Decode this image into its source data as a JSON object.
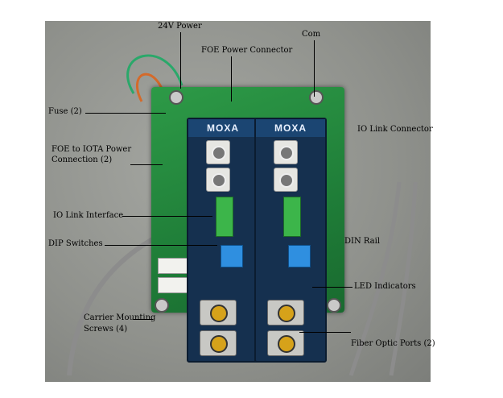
{
  "photo": {
    "module_brand": "MOXA"
  },
  "labels": {
    "power_24v": "24V Power",
    "foe_power_connector": "FOE Power Connector",
    "com": "Com",
    "fuse": "Fuse (2)",
    "io_link_connector": "IO Link Connector",
    "foe_to_iota_line1": "FOE to IOTA Power",
    "foe_to_iota_line2": "Connection (2)",
    "io_link_interface": "IO Link Interface",
    "dip_switches": "DIP Switches",
    "din_rail": "DIN Rail",
    "led_indicators": "LED    Indicators",
    "carrier_mounting_line1": "Carrier Mounting",
    "carrier_mounting_line2": "Screws (4)",
    "fiber_optic_ports": "Fiber Optic Ports (2)"
  }
}
